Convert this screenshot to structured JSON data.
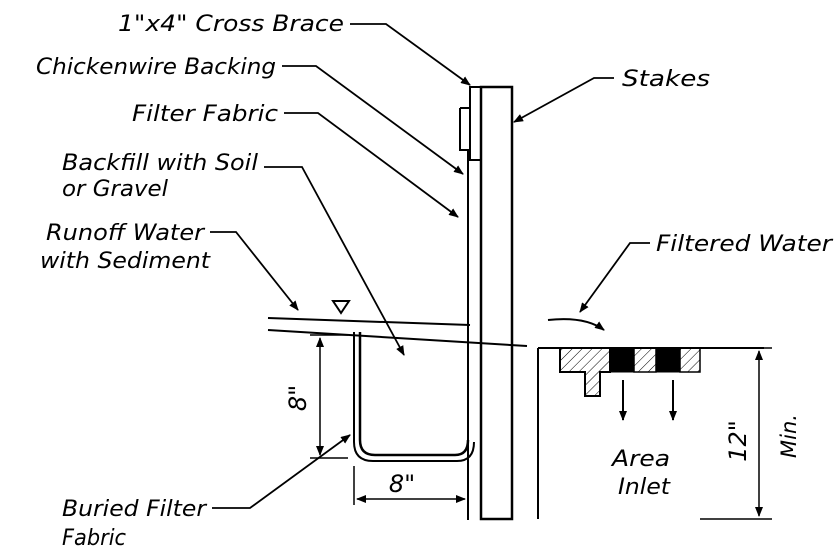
{
  "labels": {
    "cross_brace": "1\"x4\" Cross Brace",
    "chickenwire": "Chickenwire Backing",
    "filter_fabric": "Filter Fabric",
    "backfill_line1": "Backfill with Soil",
    "backfill_line2": "or Gravel",
    "runoff_line1": "Runoff Water",
    "runoff_line2": "with Sediment",
    "stakes": "Stakes",
    "filtered_water": "Filtered Water",
    "buried_line1": "Buried Filter",
    "buried_line2": "Fabric",
    "area_line1": "Area",
    "area_line2": "Inlet"
  },
  "dimensions": {
    "depth": "8\"",
    "width": "8\"",
    "height": "12\"",
    "min": "Min."
  }
}
